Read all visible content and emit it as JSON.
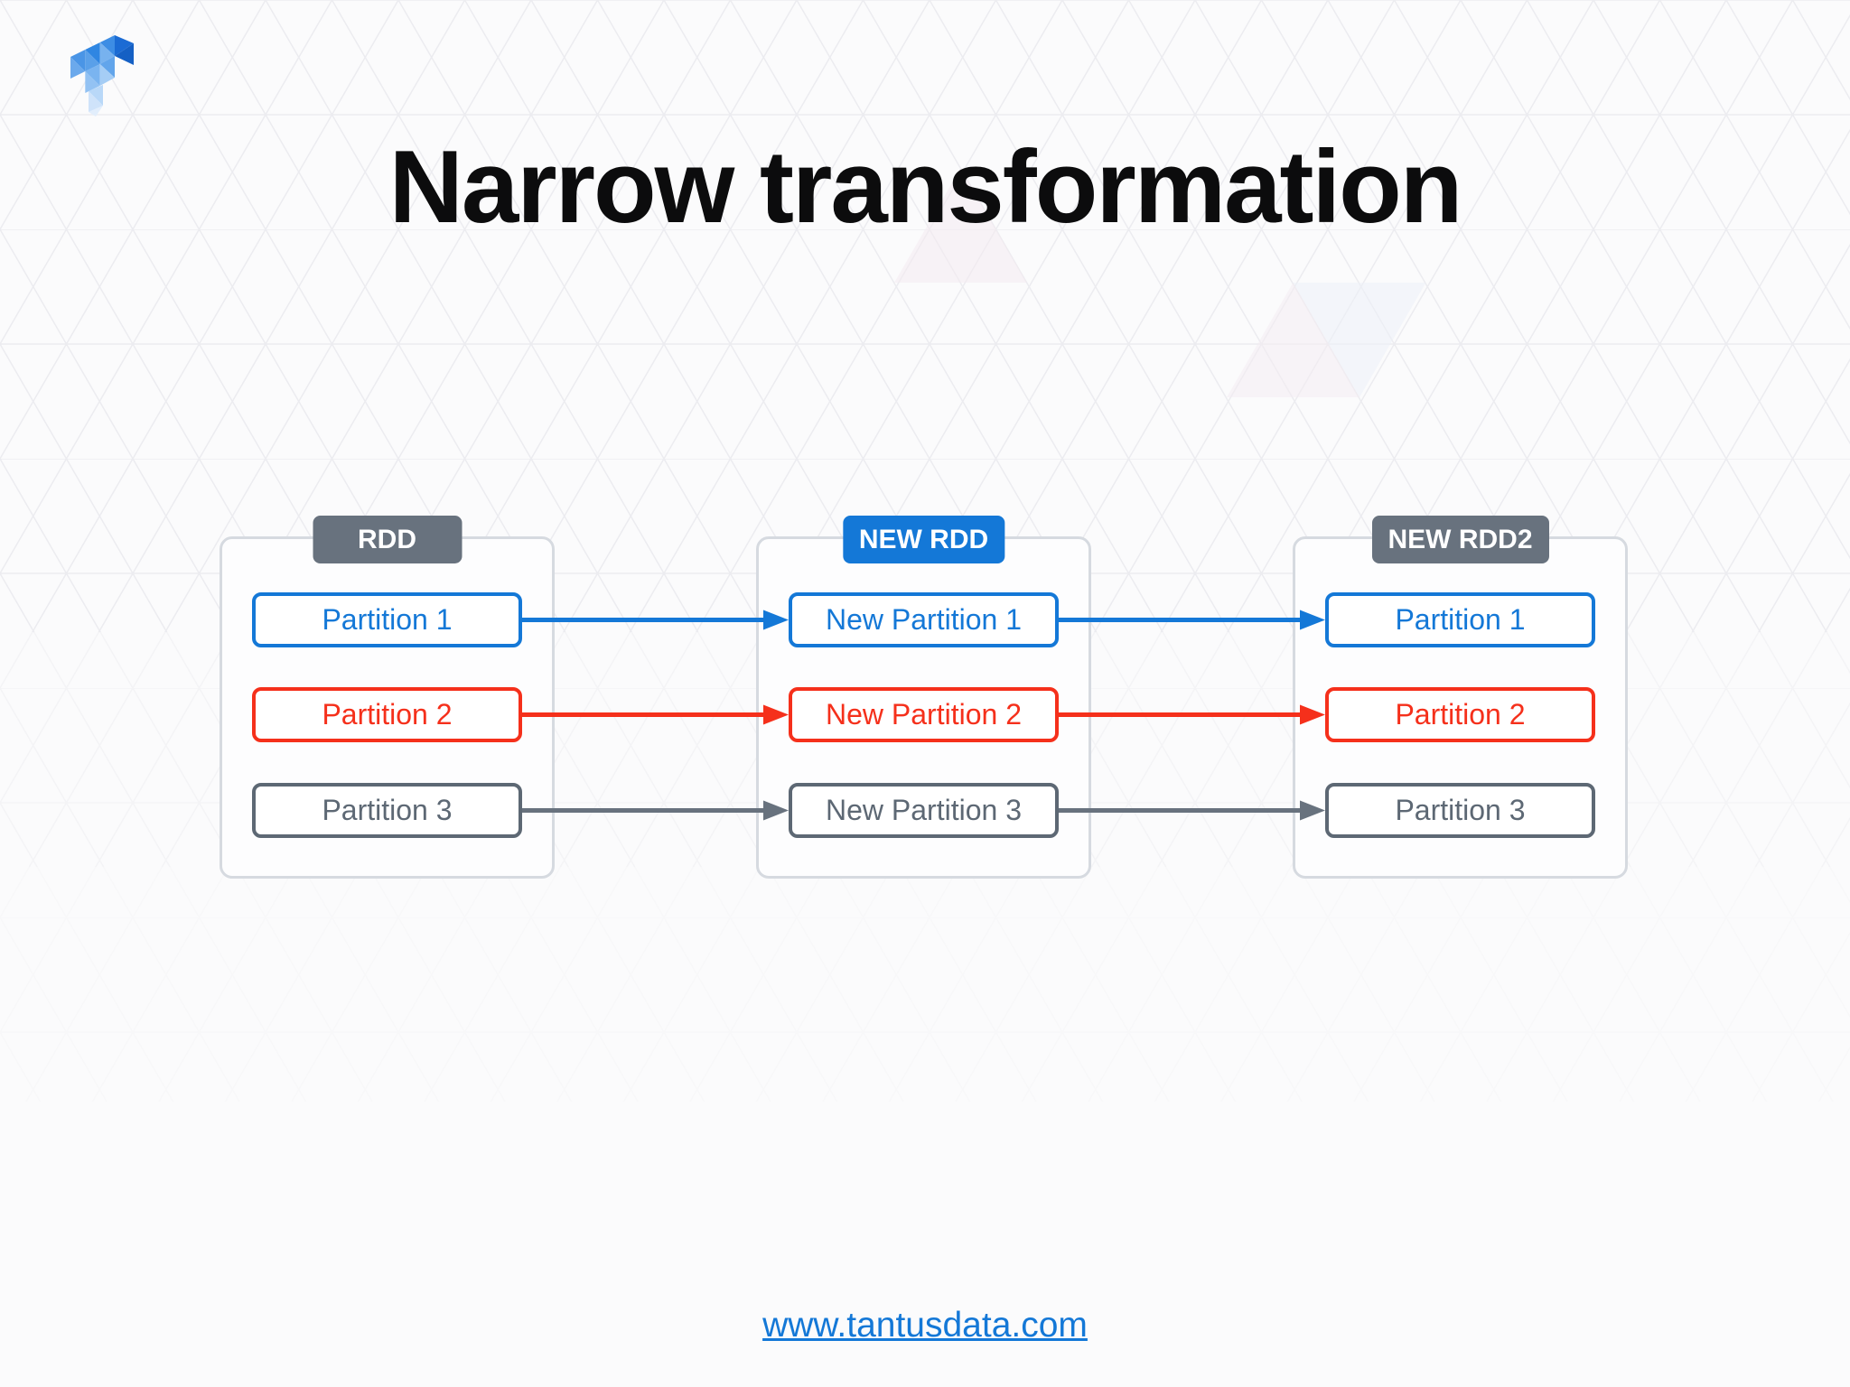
{
  "title": "Narrow transformation",
  "logo_icon": "tantusdata-logo-icon",
  "colors": {
    "blue": "#1478D7",
    "red": "#F5301B",
    "slate": "#68727E",
    "slate_dark": "#5D6874",
    "container_border": "#D6DAE0",
    "pattern_line": "#ECECF0",
    "title_text": "#0C0C0D",
    "link_blue": "#1478D7",
    "header_text": "#FFFFFF",
    "page_bg": "#FBFBFC"
  },
  "diagram": {
    "columns": [
      {
        "header": "RDD",
        "header_color": "slate",
        "partitions": [
          {
            "label": "Partition 1",
            "color": "blue"
          },
          {
            "label": "Partition 2",
            "color": "red"
          },
          {
            "label": "Partition 3",
            "color": "slate_dark"
          }
        ]
      },
      {
        "header": "NEW RDD",
        "header_color": "blue",
        "partitions": [
          {
            "label": "New Partition 1",
            "color": "blue"
          },
          {
            "label": "New Partition 2",
            "color": "red"
          },
          {
            "label": "New Partition 3",
            "color": "slate_dark"
          }
        ]
      },
      {
        "header": "NEW RDD2",
        "header_color": "slate",
        "partitions": [
          {
            "label": "Partition 1",
            "color": "blue"
          },
          {
            "label": "Partition 2",
            "color": "red"
          },
          {
            "label": "Partition 3",
            "color": "slate_dark"
          }
        ]
      }
    ],
    "arrows": [
      {
        "from_col": 0,
        "to_col": 1,
        "row": 0,
        "color": "blue"
      },
      {
        "from_col": 0,
        "to_col": 1,
        "row": 1,
        "color": "red"
      },
      {
        "from_col": 0,
        "to_col": 1,
        "row": 2,
        "color": "slate"
      },
      {
        "from_col": 1,
        "to_col": 2,
        "row": 0,
        "color": "blue"
      },
      {
        "from_col": 1,
        "to_col": 2,
        "row": 1,
        "color": "red"
      },
      {
        "from_col": 1,
        "to_col": 2,
        "row": 2,
        "color": "slate"
      }
    ]
  },
  "footer": {
    "link_text": "www.tantusdata.com"
  }
}
